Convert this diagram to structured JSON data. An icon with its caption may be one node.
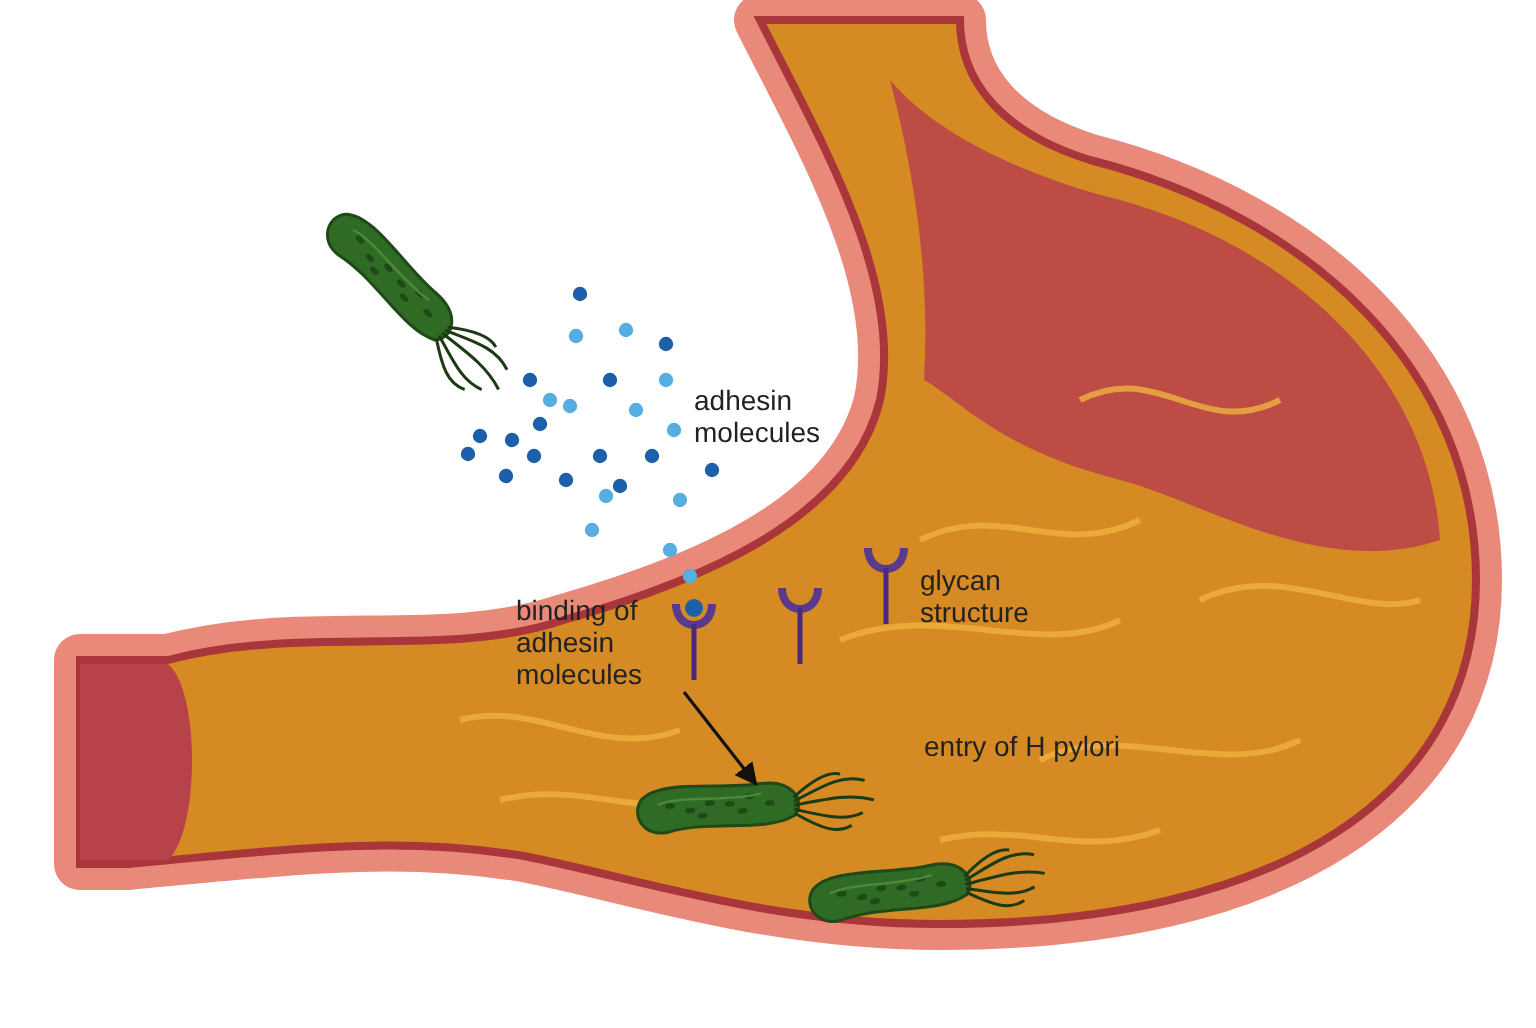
{
  "diagram": {
    "nodes": [
      {
        "text": [
          "binding of adhesin molecules"
        ]
      },
      {
        "text": [],
        "shape": "picture"
      }
    ],
    "edges": [
      {
        "from": 0,
        "to": 1,
        "arrow": "to"
      }
    ],
    "labels": [
      "adhesin molecules",
      "glycan structure",
      "entry of H pylori"
    ]
  }
}
